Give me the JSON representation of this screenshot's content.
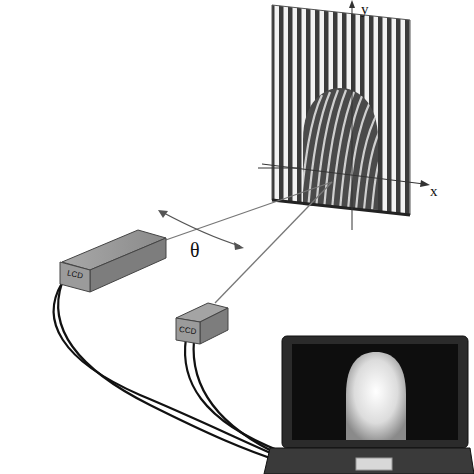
{
  "diagram": {
    "nodes": [
      {
        "text": [
          "LCD"
        ]
      },
      {
        "text": [
          "CCD"
        ]
      }
    ],
    "labels": [
      "y",
      "x",
      "θ"
    ]
  }
}
